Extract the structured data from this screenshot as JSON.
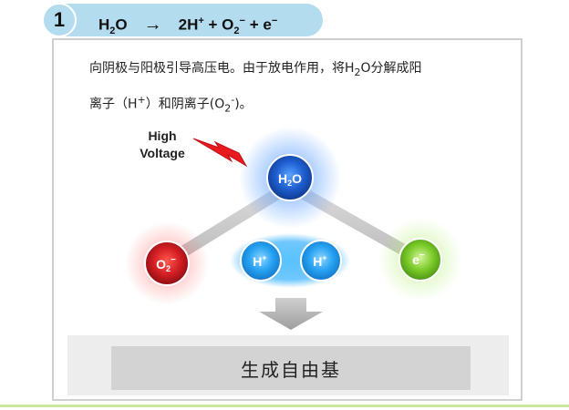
{
  "header": {
    "step_number": "1",
    "reactant": "H",
    "reactant_sub": "2",
    "reactant_tail": "O",
    "arrow": "→",
    "product_h_coef": "2H",
    "product_h_charge": "+",
    "plus_1": " + O",
    "product_o_sub": "2",
    "product_o_charge": "−",
    "plus_2": " + e",
    "electron_charge": "−"
  },
  "description": {
    "line1_a": "向阴极与阳极引导高压电。由于放电作用，将H",
    "line1_sub": "2",
    "line1_b": "O分解成阳",
    "line2_a": "离子（H",
    "line2_sup": "+",
    "line2_b": "）和阴离子(O",
    "line2_sub": "2",
    "line2_sup2": "-",
    "line2_c": ")。"
  },
  "high_voltage": {
    "line1": "High",
    "line2": "Voltage"
  },
  "nodes": {
    "water": {
      "main": "H",
      "sub": "2",
      "tail": "O"
    },
    "oxygen": {
      "main": "O",
      "sub": "2",
      "sup": "−"
    },
    "proton_1": {
      "main": "H",
      "sup": "+"
    },
    "proton_2": {
      "main": "H",
      "sup": "+"
    },
    "electron": {
      "main": "e",
      "sup": "−"
    }
  },
  "result": {
    "label": "生成自由基"
  },
  "colors": {
    "header_bg": "#b4dcef",
    "water_blue": "#1f5fd1",
    "oxygen_red": "#d41f24",
    "proton_blue": "#27a2f2",
    "electron_green": "#7ccb2a",
    "bolt_red": "#e81a1f"
  }
}
